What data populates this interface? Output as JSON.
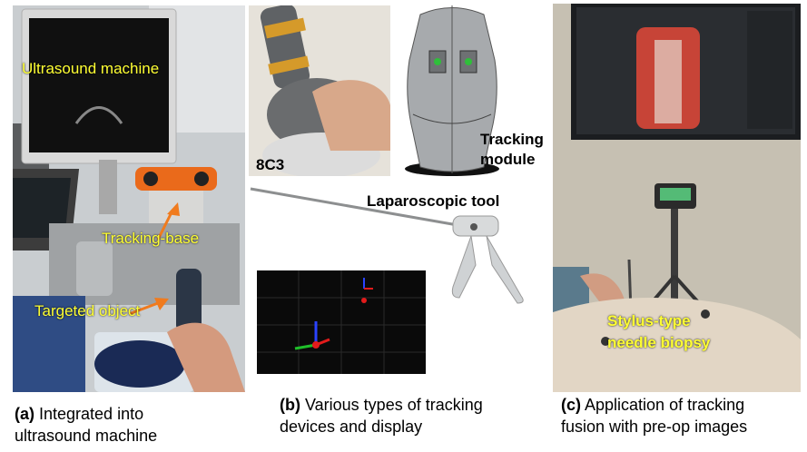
{
  "panel_a": {
    "labels": {
      "ultrasound_machine": "Ultrasound machine",
      "tracking_base": "Tracking-base",
      "targeted_object": "Targeted object"
    },
    "caption_tag": "(a)",
    "caption_line1": " Integrated into",
    "caption_line2": "ultrasound machine"
  },
  "panel_b": {
    "labels": {
      "probe": "8C3",
      "tracking_module_line1": "Tracking",
      "tracking_module_line2": "module",
      "laparoscopic_tool": "Laparoscopic tool"
    },
    "caption_tag": "(b)",
    "caption_line1": " Various types of tracking",
    "caption_line2": "devices and display"
  },
  "panel_c": {
    "labels": {
      "stylus_line1": "Stylus-type",
      "stylus_line2": "needle biopsy"
    },
    "caption_tag": "(c)",
    "caption_line1": " Application of tracking",
    "caption_line2": "fusion with pre-op images"
  },
  "colors": {
    "label_yellow": "#ffff33",
    "arrow_orange": "#f07b1e",
    "axis_red": "#e21b1b",
    "axis_green": "#1fbf2a",
    "axis_blue": "#2a43ff"
  }
}
